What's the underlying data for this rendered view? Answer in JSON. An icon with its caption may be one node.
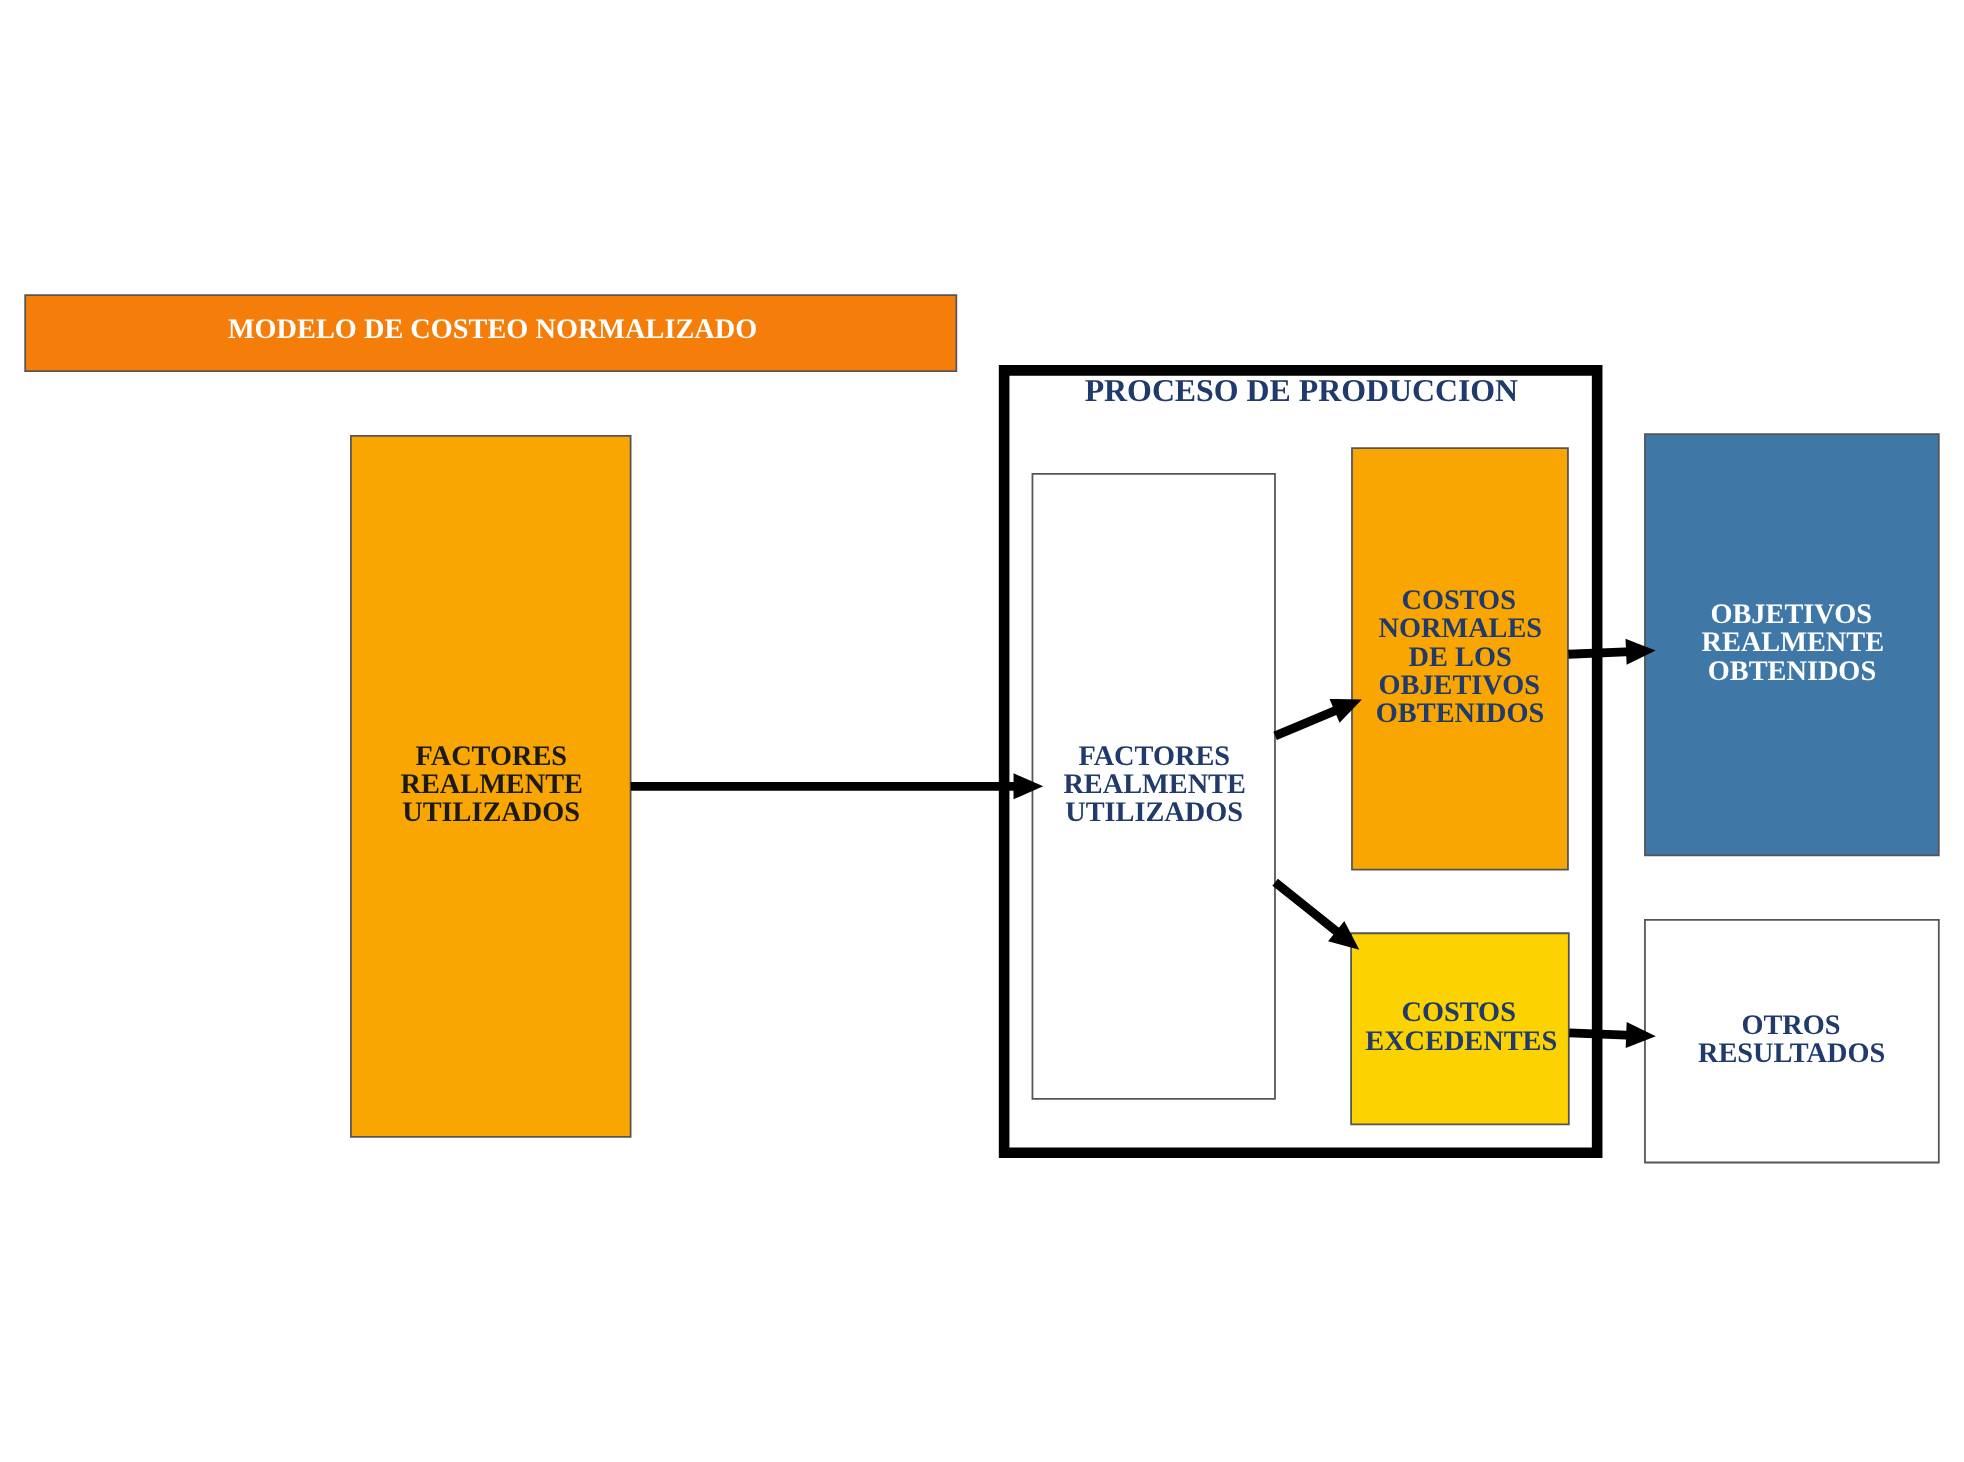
{
  "diagram": {
    "nodes": [
      {
        "text": [
          "FACTORES REALMENTE UTILIZADOS"
        ]
      },
      {
        "text": [
          "PROCESO DE PRODUCCION"
        ]
      },
      {
        "text": [
          "FACTORES REALMENTE UTILIZADOS"
        ],
        "in": 1
      },
      {
        "text": [
          "COSTOS NORMALES DE LOS OBJETIVOS OBTENIDOS"
        ],
        "in": 1
      },
      {
        "text": [
          "COSTOS EXCEDENTES"
        ],
        "in": 1
      },
      {
        "text": [
          "OBJETIVOS REALMENTE OBTENIDOS"
        ]
      },
      {
        "text": [
          "OTROS RESULTADOS"
        ]
      },
      {
        "text": [
          "MODELO DE COSTEO NORMALIZADO"
        ]
      }
    ],
    "edges": [
      {
        "from": 0,
        "to": 2,
        "arrow": "to"
      },
      {
        "from": 2,
        "to": 3,
        "arrow": "to"
      },
      {
        "from": 2,
        "to": 4,
        "arrow": "to"
      },
      {
        "from": 3,
        "to": 5,
        "arrow": "to"
      },
      {
        "from": 4,
        "to": 6,
        "arrow": "to"
      }
    ]
  }
}
